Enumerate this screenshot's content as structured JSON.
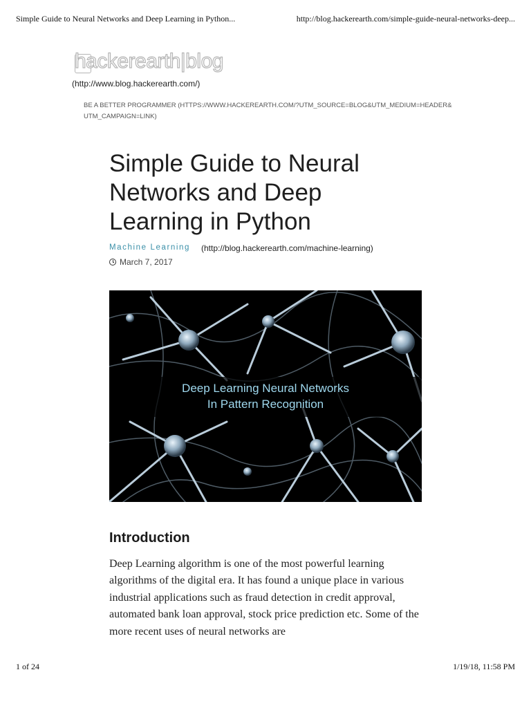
{
  "print_header": {
    "page_title": "Simple Guide to Neural Networks and Deep Learning in Python...",
    "page_url": "http://blog.hackerearth.com/simple-guide-neural-networks-deep..."
  },
  "site": {
    "logo_text": "hackerearth|blog",
    "home_url": "(http://www.blog.hackerearth.com/)",
    "tagline": "BE A BETTER PROGRAMMER (HTTPS://WWW.HACKEREARTH.COM/?UTM_SOURCE=BLOG&UTM_MEDIUM=HEADER& UTM_CAMPAIGN=LINK)"
  },
  "article": {
    "title": "Simple Guide to Neural Networks and Deep Learning in Python",
    "category": "Machine Learning",
    "category_url": "(http://blog.hackerearth.com/machine-learning)",
    "date": "March 7, 2017",
    "hero": {
      "line1": "Deep Learning Neural Networks",
      "line2": "In Pattern Recognition"
    },
    "section_title": "Introduction",
    "body": "Deep Learning algorithm is one of the most powerful learning algorithms of the digital era. It has found a unique place in various industrial applications such as fraud detection in credit approval, automated bank loan approval, stock price prediction etc. Some of the more recent uses of neural networks are"
  },
  "footer": {
    "page_counter": "1 of 24",
    "timestamp": "1/19/18, 11:58 PM"
  },
  "icons": {
    "date_icon": "clock-icon"
  },
  "colors": {
    "category_accent": "#3a8fa8",
    "hero_text": "#9fd8ee"
  }
}
